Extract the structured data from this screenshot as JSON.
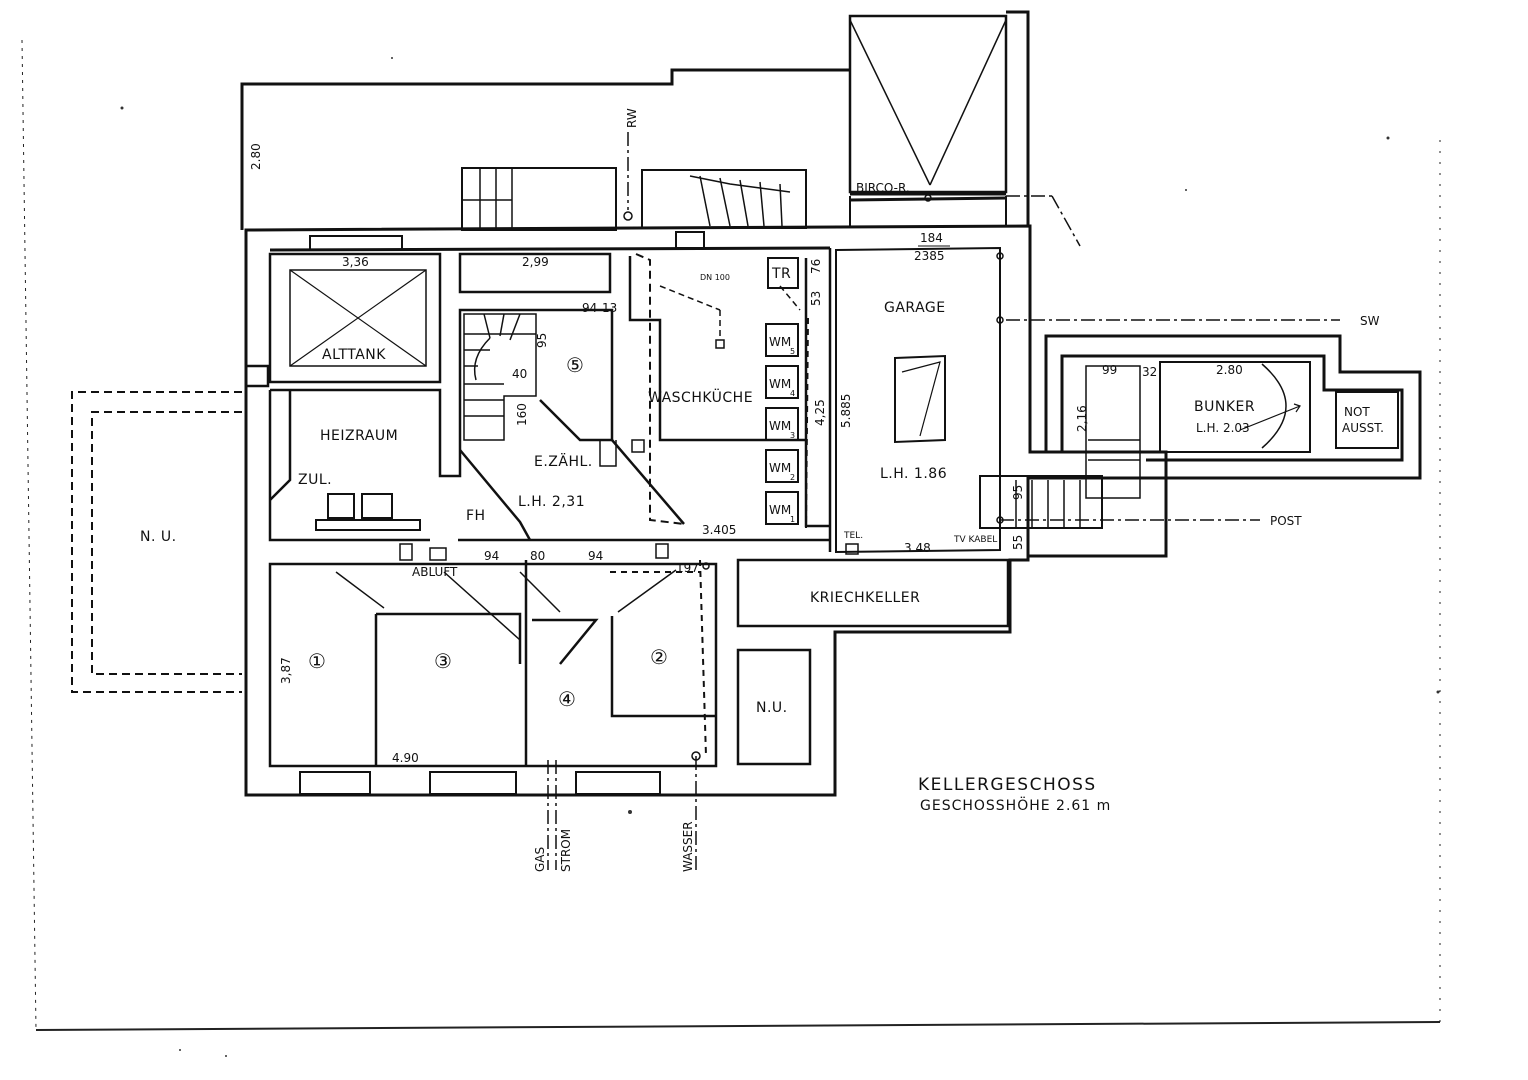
{
  "rooms": {
    "alttank": "ALTTANK",
    "heizraum": "HEIZRAUM",
    "zul": "ZUL.",
    "fh": "FH",
    "abluft": "ABLUFT",
    "e_zaehl": "E.ZÄHL.",
    "lh_231": "L.H. 2,31",
    "waschkueche": "WASCHKÜCHE",
    "dn100": "DN 100",
    "tr": "TR",
    "garage": "GARAGE",
    "lh_186": "L.H. 1.86",
    "birco": "BIRCO-R.",
    "tel": "TEL.",
    "tv_kabel": "TV KABEL",
    "kriechkeller": "KRIECHKELLER",
    "nu_left": "N. U.",
    "nu_mid": "N.U.",
    "bunker": "BUNKER",
    "lh_203": "L.H. 2.03",
    "not_ausst_1": "NOT",
    "not_ausst_2": "AUSST."
  },
  "room_numbers": [
    "①",
    "②",
    "③",
    "④",
    "⑤"
  ],
  "washing_machines": [
    "WM",
    "WM",
    "WM",
    "WM",
    "WM"
  ],
  "washing_machine_indices": [
    "5",
    "4",
    "3",
    "2",
    "1"
  ],
  "lines": {
    "rw": "RW",
    "sw": "SW",
    "post": "POST",
    "gas": "GAS",
    "strom": "STROM",
    "wasser": "WASSER"
  },
  "dimensions": {
    "d_280_left": "2.80",
    "d_336": "3,36",
    "d_299": "2,99",
    "d_94_13_a": "94",
    "d_94_13_b": "13",
    "d_95": "95",
    "d_40": "40",
    "d_160": "160",
    "d_76": "76",
    "d_53": "53",
    "d_425": "4,25",
    "d_5885": "5.885",
    "d_184": "184",
    "d_2385": "2385",
    "d_3405": "3.405",
    "d_348": "3.48",
    "d_94_left": "94",
    "d_80": "80",
    "d_94_right": "94",
    "d_197": "197",
    "d_387": "3,87",
    "d_490": "4.90",
    "d_95_stair": "95",
    "d_55": "55",
    "d_99": "99",
    "d_32": "32",
    "d_280_bunker": "2.80",
    "d_216": "2,16"
  },
  "title": {
    "line1": "KELLERGESCHOSS",
    "line2": "GESCHOSSHÖHE  2.61 m"
  }
}
